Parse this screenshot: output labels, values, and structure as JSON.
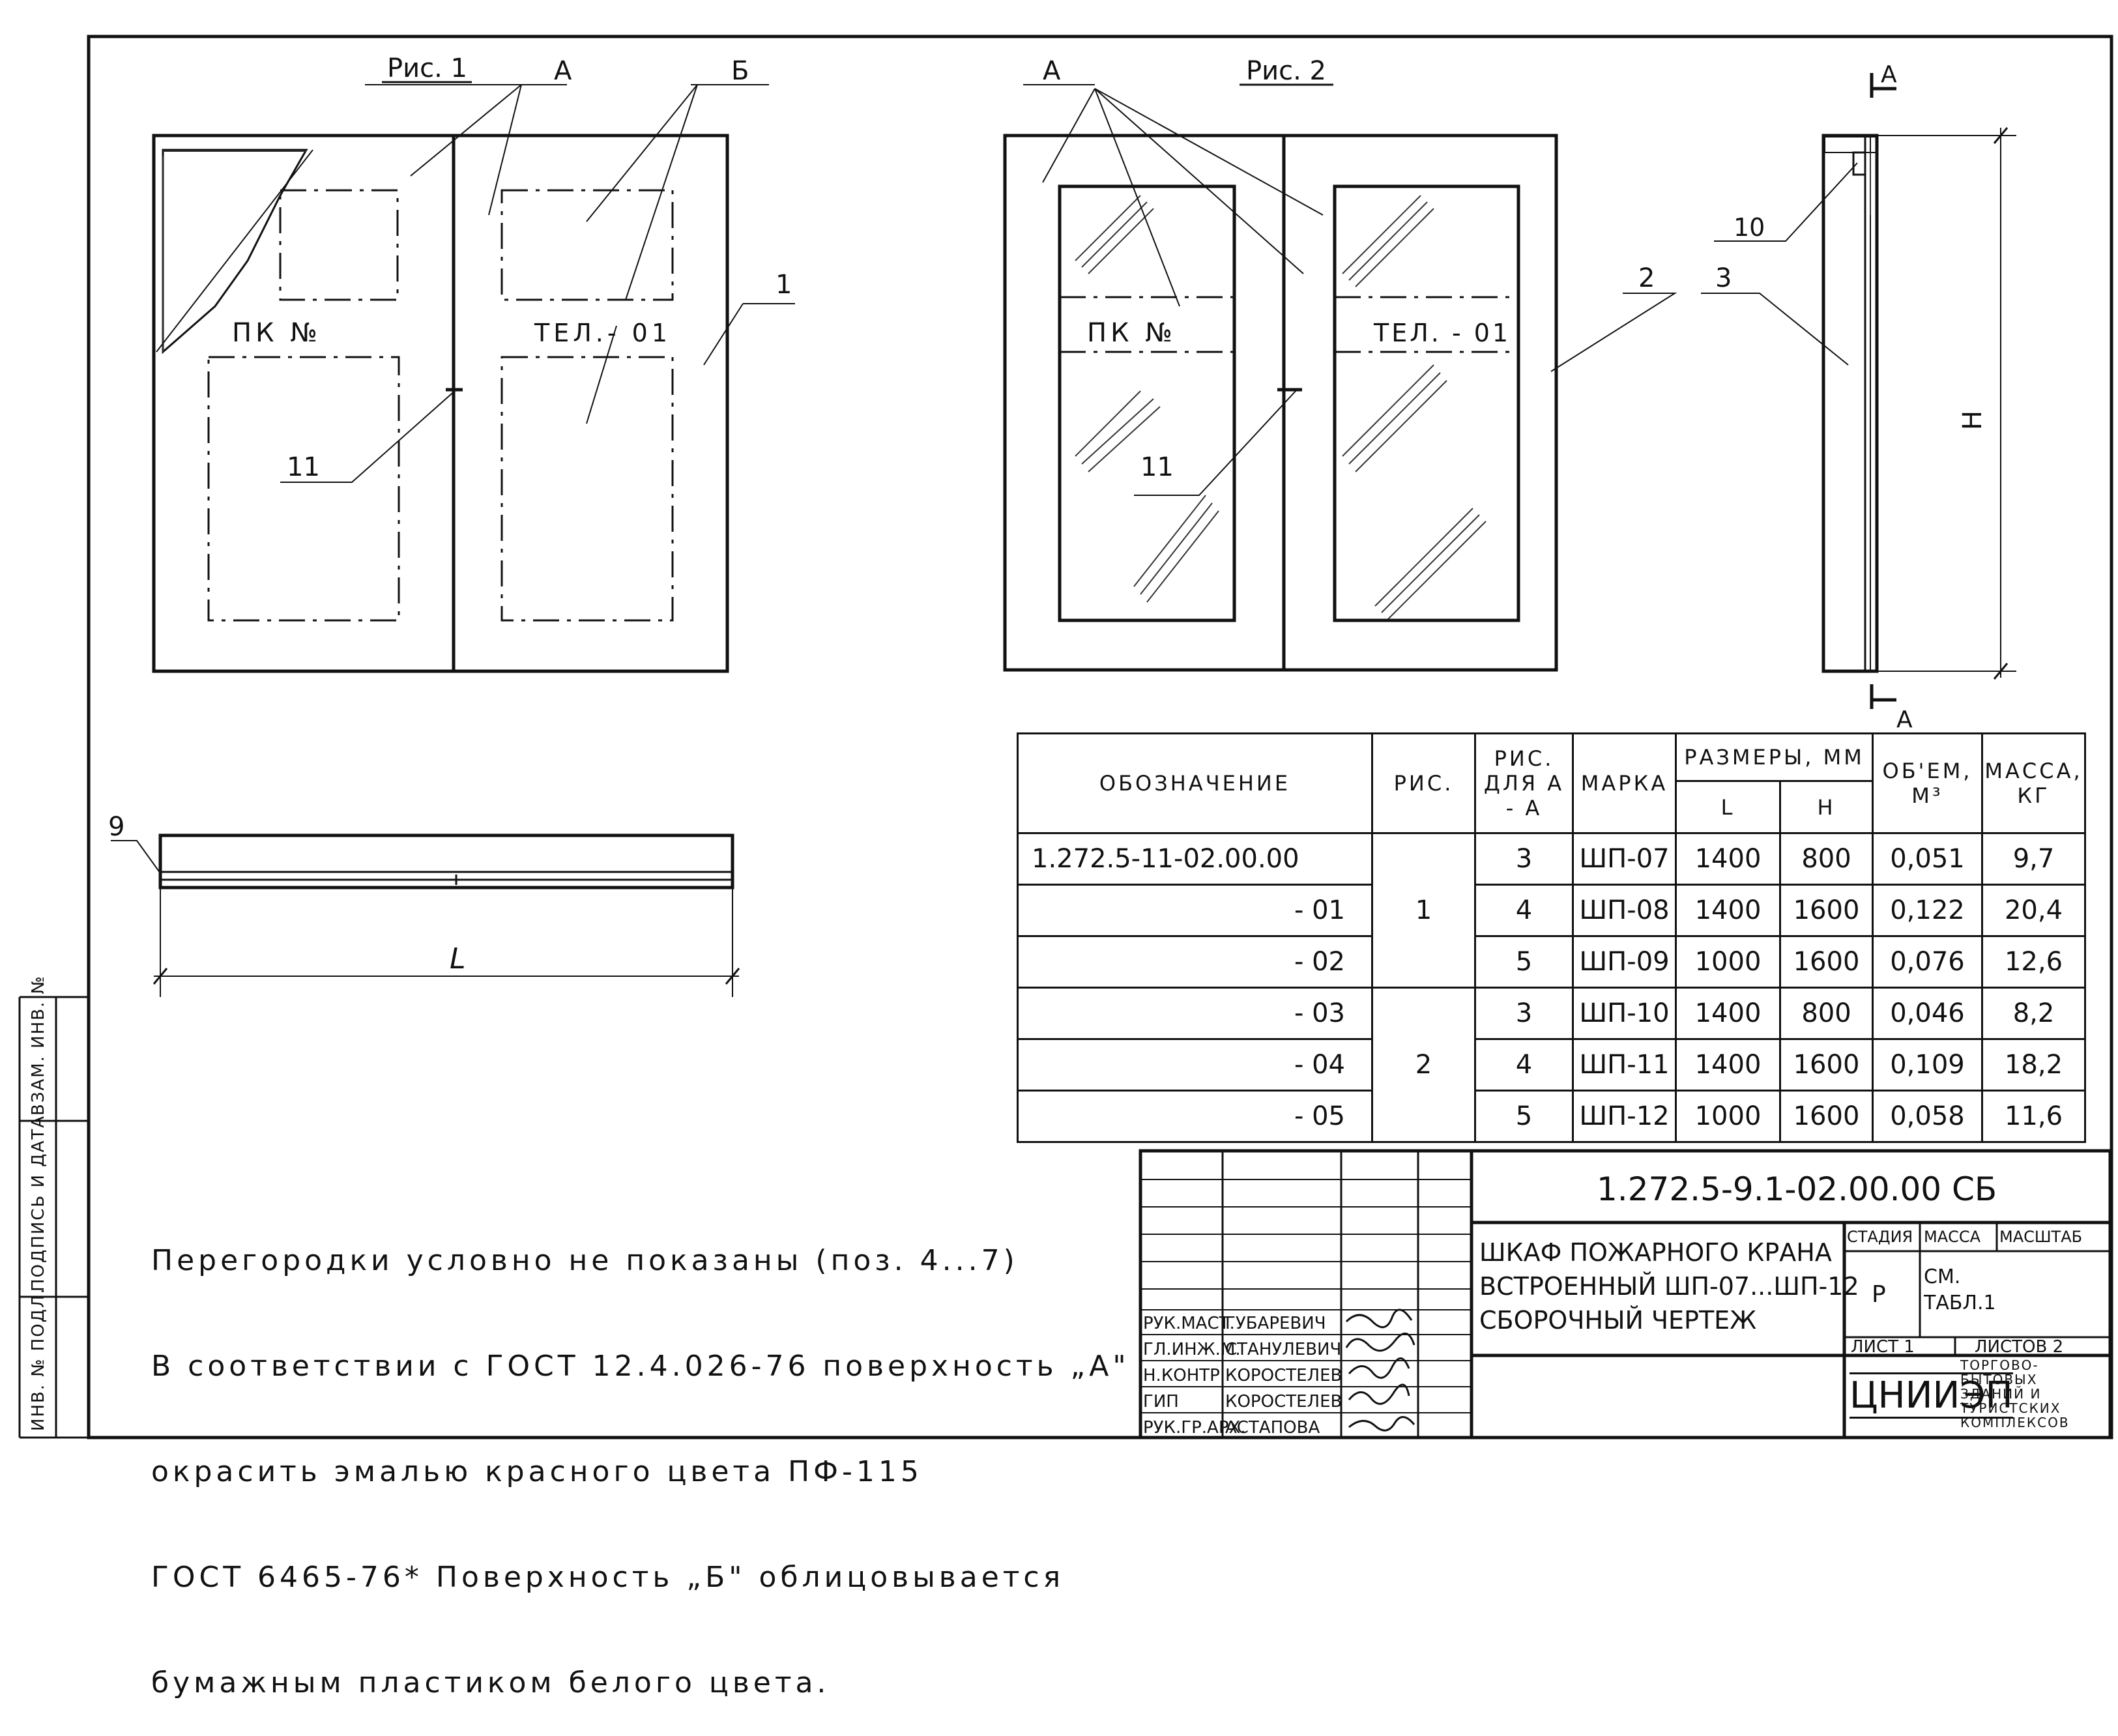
{
  "fig1": {
    "title": "Рис. 1",
    "label_a": "А",
    "label_b": "Б",
    "label_pk": "ПК №",
    "label_tel": "ТЕЛ.- 01",
    "callout_1": "1",
    "callout_11": "11",
    "callout_9": "9",
    "dim_l": "L"
  },
  "fig2": {
    "title": "Рис. 2",
    "label_a": "А",
    "label_pk": "ПК №",
    "label_tel": "ТЕЛ. - 01",
    "callout_2": "2",
    "callout_3": "3",
    "callout_10": "10",
    "callout_11": "11",
    "dim_h": "H",
    "section_top": "А",
    "section_bottom": "А"
  },
  "spec_table": {
    "headers": {
      "designation": "ОБОЗНАЧЕНИЕ",
      "fig": "РИС.",
      "fig_for_section": "РИС. ДЛЯ А - А",
      "mark": "МАРКА",
      "dimensions": "РАЗМЕРЫ, ММ",
      "dim_l": "L",
      "dim_h": "H",
      "volume": "ОБ'ЕМ, М³",
      "mass": "МАССА, КГ"
    },
    "rows": [
      {
        "designation": "1.272.5-11-02.00.00",
        "fig": "",
        "fig_for_section": "3",
        "mark": "ШП-07",
        "l": "1400",
        "h": "800",
        "volume": "0,051",
        "mass": "9,7"
      },
      {
        "designation": "- 01",
        "fig": "1",
        "fig_for_section": "4",
        "mark": "ШП-08",
        "l": "1400",
        "h": "1600",
        "volume": "0,122",
        "mass": "20,4"
      },
      {
        "designation": "- 02",
        "fig": "",
        "fig_for_section": "5",
        "mark": "ШП-09",
        "l": "1000",
        "h": "1600",
        "volume": "0,076",
        "mass": "12,6"
      },
      {
        "designation": "- 03",
        "fig": "",
        "fig_for_section": "3",
        "mark": "ШП-10",
        "l": "1400",
        "h": "800",
        "volume": "0,046",
        "mass": "8,2"
      },
      {
        "designation": "- 04",
        "fig": "2",
        "fig_for_section": "4",
        "mark": "ШП-11",
        "l": "1400",
        "h": "1600",
        "volume": "0,109",
        "mass": "18,2"
      },
      {
        "designation": "- 05",
        "fig": "",
        "fig_for_section": "5",
        "mark": "ШП-12",
        "l": "1000",
        "h": "1600",
        "volume": "0,058",
        "mass": "11,6"
      }
    ]
  },
  "notes": [
    "Перегородки условно не показаны (поз. 4...7)",
    "В соответствии с ГОСТ 12.4.026-76 поверхность „А\"",
    "окрасить эмалью красного цвета ПФ-115",
    "ГОСТ 6465-76* Поверхность „Б\" облицовывается",
    "бумажным пластиком белого цвета."
  ],
  "title_block": {
    "doc_number": "1.272.5-9.1-02.00.00 СБ",
    "title_line1": "ШКАФ ПОЖАРНОГО КРАНА",
    "title_line2": "ВСТРОЕННЫЙ ШП-07...ШП-12",
    "title_line3": "СБОРОЧНЫЙ ЧЕРТЕЖ",
    "stage_label": "СТАДИЯ",
    "mass_label": "МАССА",
    "scale_label": "МАСШТАБ",
    "stage_value": "Р",
    "mass_value": "СМ. ТАБЛ.1",
    "sheet_label": "ЛИСТ 1",
    "sheets_label": "ЛИСТОВ 2",
    "org_logo": "ЦНИИЭП",
    "org_name_line1": "ТОРГОВО-",
    "org_name_line2": "БЫТОВЫХ",
    "org_name_line3": "ЗДАНИЙ И",
    "org_name_line4": "ТУРИСТСКИХ",
    "org_name_line5": "КОМПЛЕКСОВ",
    "signatures": [
      {
        "role": "РУК.МАСТ.",
        "name": "ГУБАРЕВИЧ"
      },
      {
        "role": "ГЛ.ИНЖ.М.",
        "name": "СТАНУЛЕВИЧ"
      },
      {
        "role": "Н.КОНТР.",
        "name": "КОРОСТЕЛЕВ"
      },
      {
        "role": "ГИП",
        "name": "КОРОСТЕЛЕВ"
      },
      {
        "role": "РУК.ГР.АРХ.",
        "name": "АСТАПОВА"
      }
    ]
  },
  "side_stamp": {
    "inv_orig": "ИНВ. № ПОДЛ.",
    "sign_date": "ПОДПИСЬ И ДАТА",
    "replace_inv": "ВЗАМ. ИНВ. №"
  }
}
